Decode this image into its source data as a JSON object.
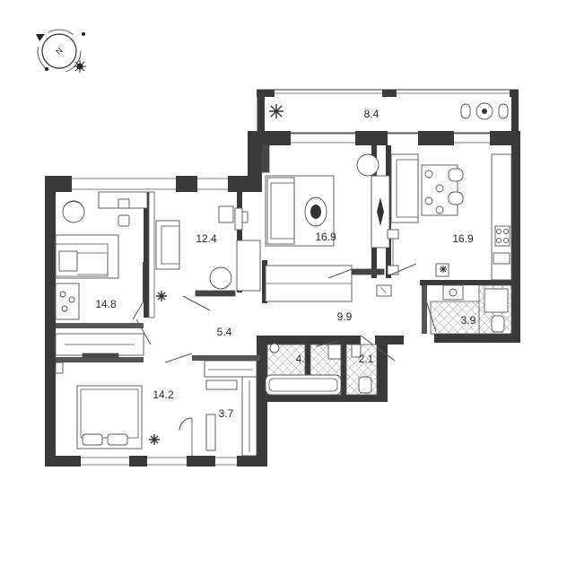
{
  "compass": {
    "letter": "N"
  },
  "rooms": [
    {
      "id": "balcony",
      "area": "8.4"
    },
    {
      "id": "living",
      "area": "16.9"
    },
    {
      "id": "kitchen",
      "area": "16.9"
    },
    {
      "id": "bedroom-west",
      "area": "14.8"
    },
    {
      "id": "office",
      "area": "12.4"
    },
    {
      "id": "corridor",
      "area": "5.4"
    },
    {
      "id": "hall",
      "area": "9.9"
    },
    {
      "id": "bathroom-east",
      "area": "3.9"
    },
    {
      "id": "bathroom",
      "area": "4.2"
    },
    {
      "id": "toilet",
      "area": "2.1"
    },
    {
      "id": "bedroom-south",
      "area": "14.2"
    },
    {
      "id": "wardrobe",
      "area": "3.7"
    }
  ]
}
